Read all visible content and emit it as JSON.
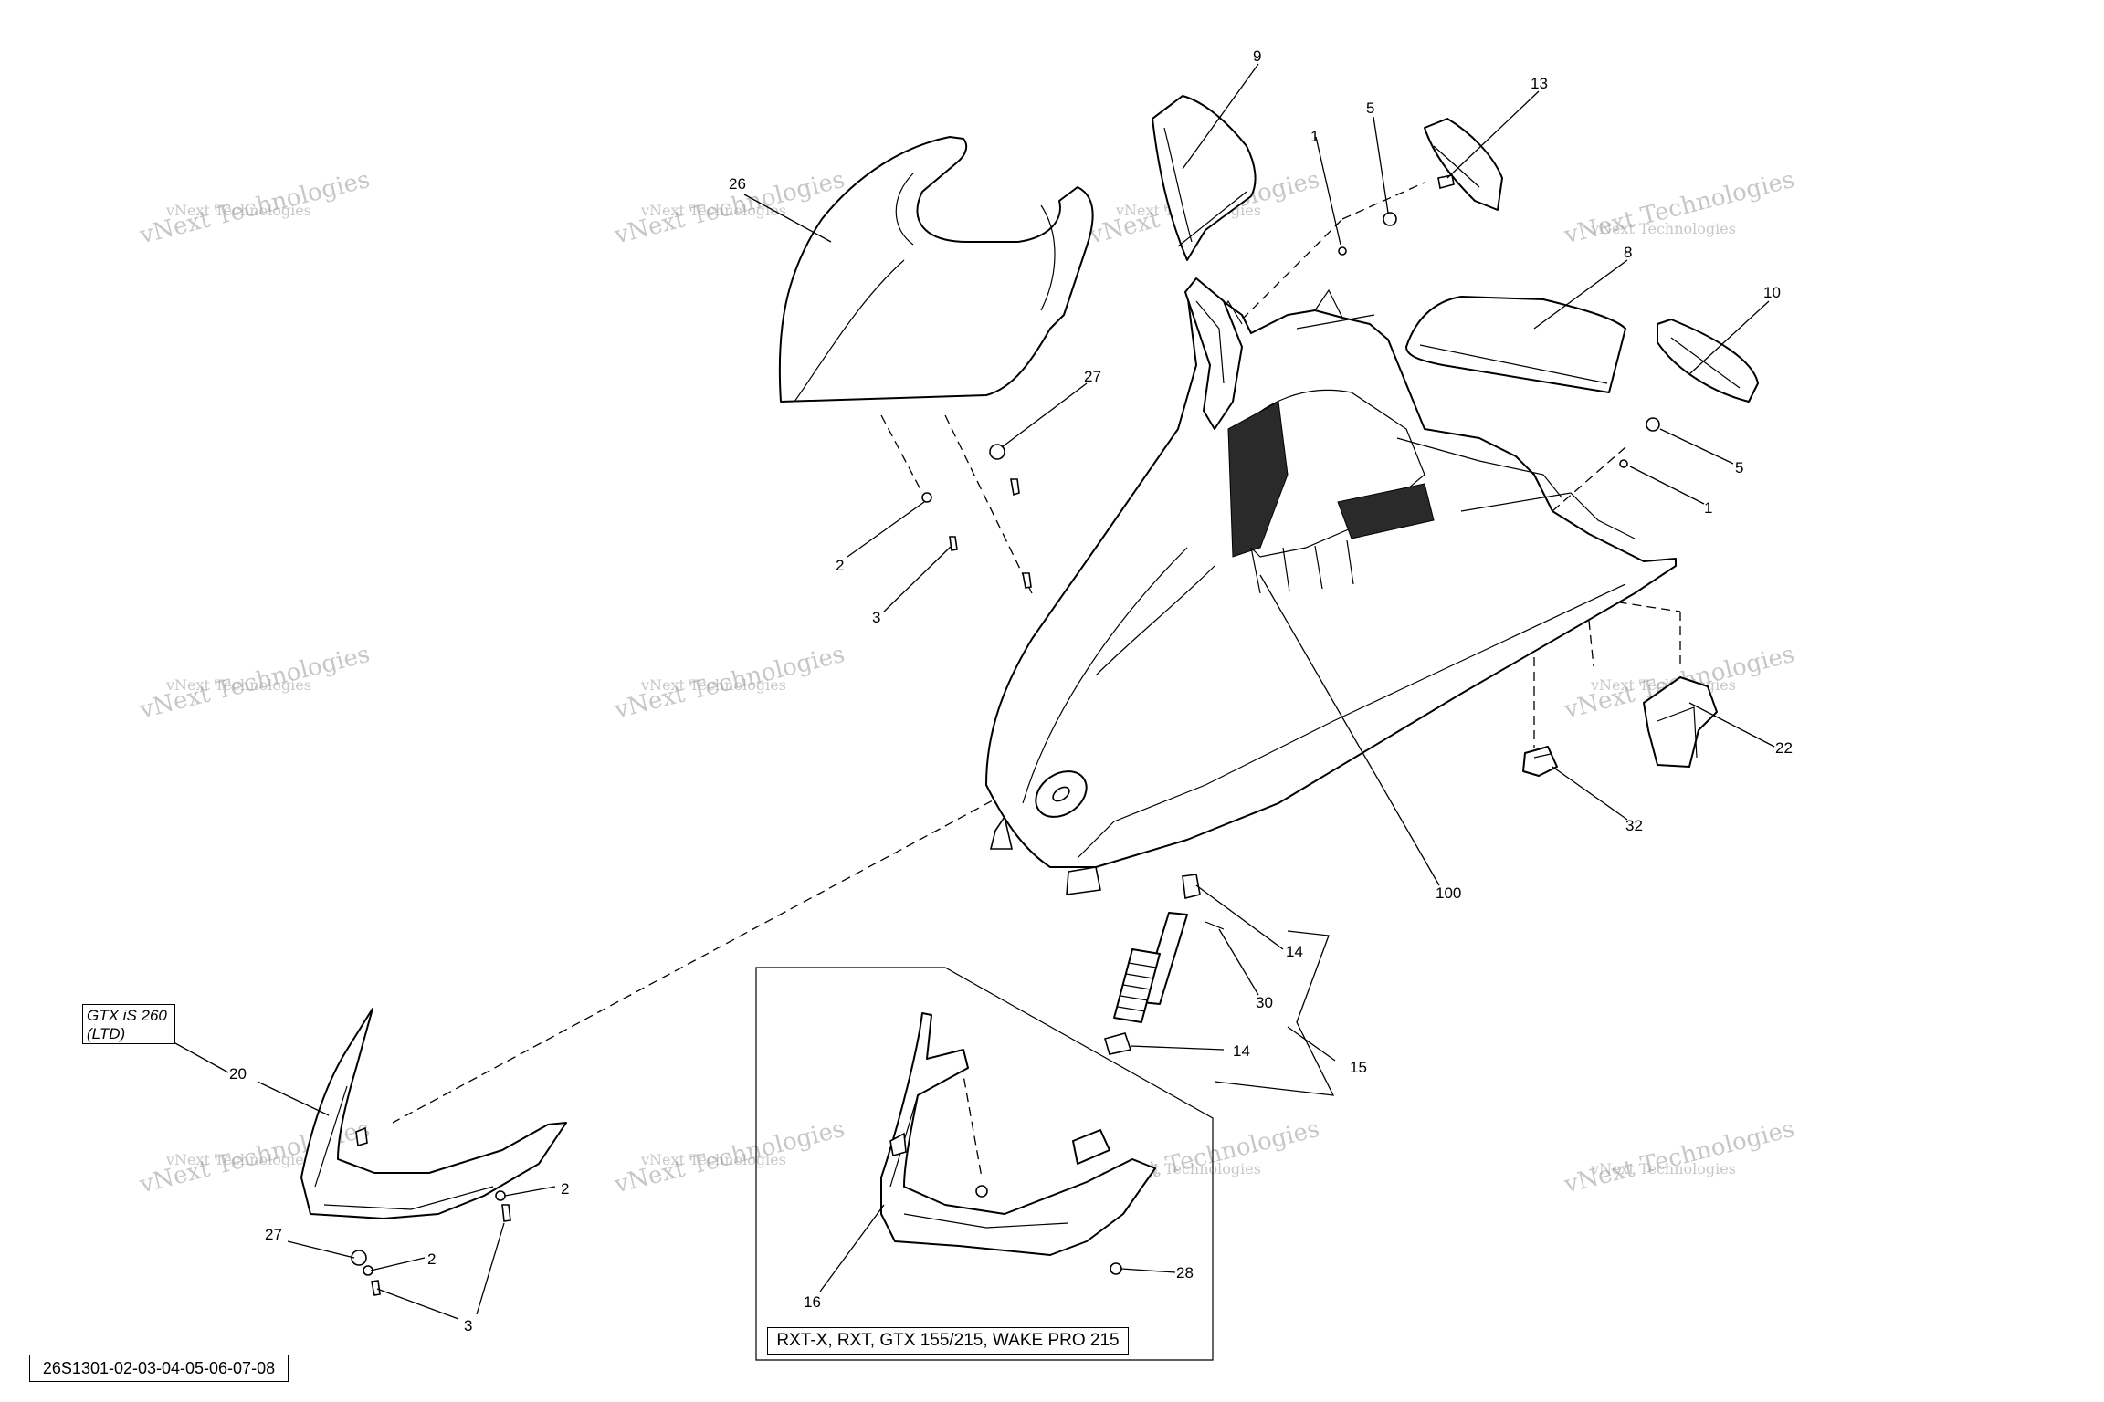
{
  "watermark": {
    "line1": "vNext Technologies",
    "line2": "vNext Technologies"
  },
  "notes": {
    "gtx_line1": "GTX iS 260",
    "gtx_line2": "(LTD)",
    "rxt": "RXT-X, RXT, GTX 155/215, WAKE PRO 215",
    "reference_code": "26S1301-02-03-04-05-06-07-08"
  },
  "callouts": [
    {
      "id": "c9",
      "label": "9"
    },
    {
      "id": "c13",
      "label": "13"
    },
    {
      "id": "c5a",
      "label": "5"
    },
    {
      "id": "c1a",
      "label": "1"
    },
    {
      "id": "c26",
      "label": "26"
    },
    {
      "id": "c8",
      "label": "8"
    },
    {
      "id": "c10",
      "label": "10"
    },
    {
      "id": "c27a",
      "label": "27"
    },
    {
      "id": "c5b",
      "label": "5"
    },
    {
      "id": "c1b",
      "label": "1"
    },
    {
      "id": "c2a",
      "label": "2"
    },
    {
      "id": "c3a",
      "label": "3"
    },
    {
      "id": "c22",
      "label": "22"
    },
    {
      "id": "c32",
      "label": "32"
    },
    {
      "id": "c100",
      "label": "100"
    },
    {
      "id": "c14a",
      "label": "14"
    },
    {
      "id": "c30",
      "label": "30"
    },
    {
      "id": "c14b",
      "label": "14"
    },
    {
      "id": "c15",
      "label": "15"
    },
    {
      "id": "c20",
      "label": "20"
    },
    {
      "id": "c2b",
      "label": "2"
    },
    {
      "id": "c27b",
      "label": "27"
    },
    {
      "id": "c2c",
      "label": "2"
    },
    {
      "id": "c3b",
      "label": "3"
    },
    {
      "id": "c16",
      "label": "16"
    },
    {
      "id": "c28",
      "label": "28"
    }
  ]
}
